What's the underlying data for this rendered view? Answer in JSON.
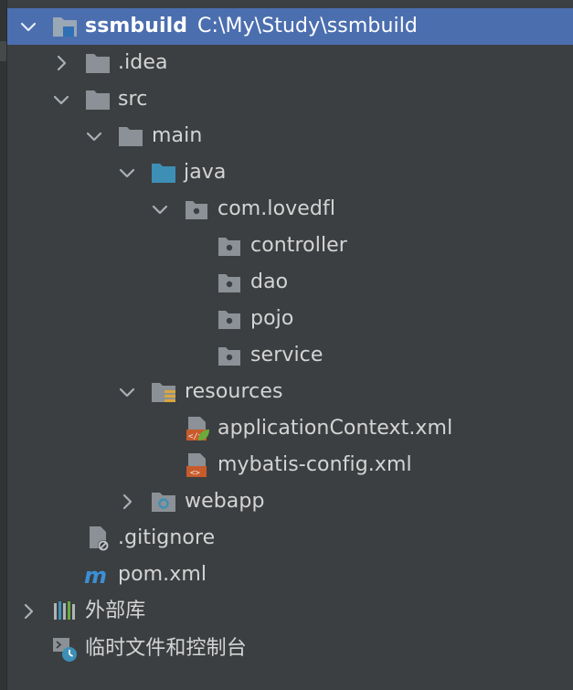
{
  "project": {
    "name": "ssmbuild",
    "path": "C:\\My\\Study\\ssmbuild"
  },
  "tree": {
    "idea": ".idea",
    "src": "src",
    "main": "main",
    "java": "java",
    "package": "com.lovedfl",
    "controller": "controller",
    "dao": "dao",
    "pojo": "pojo",
    "service": "service",
    "resources": "resources",
    "app_context": "applicationContext.xml",
    "mybatis_config": "mybatis-config.xml",
    "webapp": "webapp",
    "gitignore": ".gitignore",
    "pom": "pom.xml",
    "external_libs": "外部库",
    "scratches": "临时文件和控制台"
  },
  "colors": {
    "background": "#3c3f41",
    "selection": "#4b6eaf",
    "folder": "#8b9196",
    "source_folder": "#3d8fb6",
    "xml_orange": "#c75b2c",
    "spring_green": "#6aab3a",
    "maven_blue": "#3b8fd6"
  },
  "icons": {
    "module": "module-folder-icon",
    "folder": "folder-icon",
    "source_root": "source-root-folder-icon",
    "package": "package-icon",
    "resources": "resources-root-icon",
    "spring_xml": "spring-xml-file-icon",
    "xml": "xml-file-icon",
    "web": "web-folder-icon",
    "ignore": "ignored-file-icon",
    "maven": "maven-icon",
    "library": "library-icon",
    "scratch": "scratch-console-icon"
  }
}
